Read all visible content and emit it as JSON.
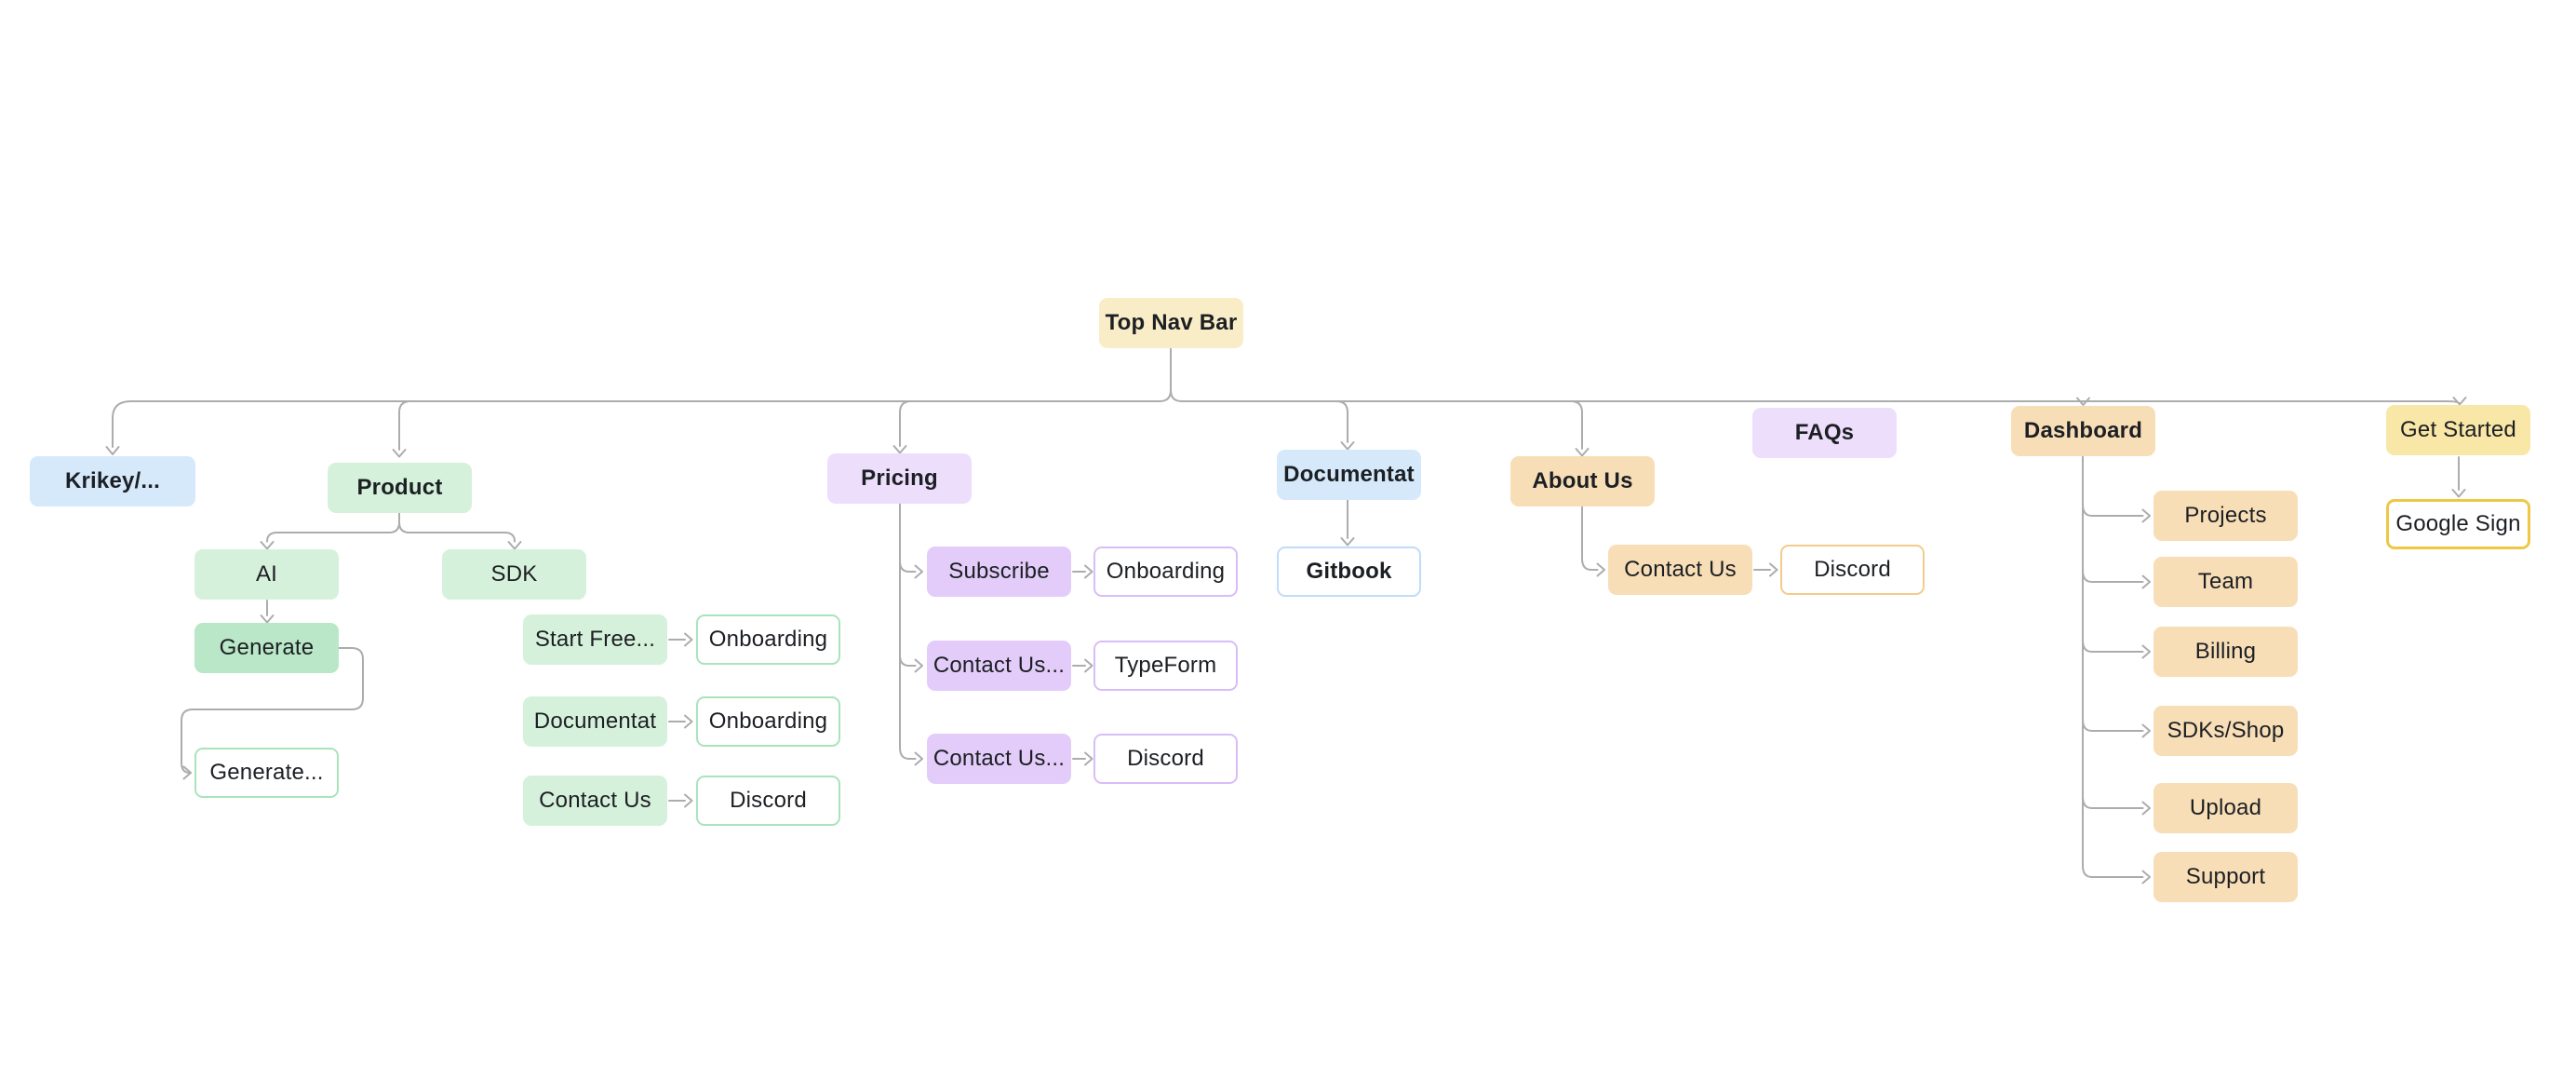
{
  "palette": {
    "canvas": "#FFFFFF",
    "connector_gray": "#ACACAC",
    "text": "#1C1F23",
    "node_cream": "#F9EDC8",
    "node_yellow": "#F8E7A6",
    "node_blue": "#D5E9FB",
    "node_green": "#D6F1DB",
    "node_green_dark": "#B9E7C8",
    "node_purple": "#EDDEFC",
    "node_purple_dark": "#E3CCF9",
    "node_tan": "#F8DEB7",
    "outline_green": "#A9E4BB",
    "outline_purple": "#D9BDF6",
    "outline_blue": "#BFDCF8",
    "outline_gold": "#F2CC8B",
    "outline_gold_bright": "#EDC845"
  },
  "nodes": {
    "top_nav_bar": "Top Nav Bar",
    "krikey": "Krikey/...",
    "product": "Product",
    "ai": "AI",
    "generate": "Generate",
    "generate_more": "Generate...",
    "sdk": "SDK",
    "sdk_start_free": "Start Free...",
    "sdk_start_free_target": "Onboarding",
    "sdk_documentation": "Documentat",
    "sdk_documentation_target": "Onboarding",
    "sdk_contact_us": "Contact Us",
    "sdk_contact_us_target": "Discord",
    "pricing": "Pricing",
    "pricing_subscribe": "Subscribe",
    "pricing_subscribe_target": "Onboarding",
    "pricing_contact_us_1": "Contact Us...",
    "pricing_contact_us_1_target": "TypeForm",
    "pricing_contact_us_2": "Contact Us...",
    "pricing_contact_us_2_target": "Discord",
    "documentation": "Documentat",
    "documentation_target": "Gitbook",
    "about_us": "About Us",
    "about_contact_us": "Contact Us",
    "about_contact_us_target": "Discord",
    "faqs": "FAQs",
    "dashboard": "Dashboard",
    "dashboard_projects": "Projects",
    "dashboard_team": "Team",
    "dashboard_billing": "Billing",
    "dashboard_sdks_shop": "SDKs/Shop",
    "dashboard_upload": "Upload",
    "dashboard_support": "Support",
    "get_started": "Get Started",
    "get_started_target": "Google Sign"
  }
}
